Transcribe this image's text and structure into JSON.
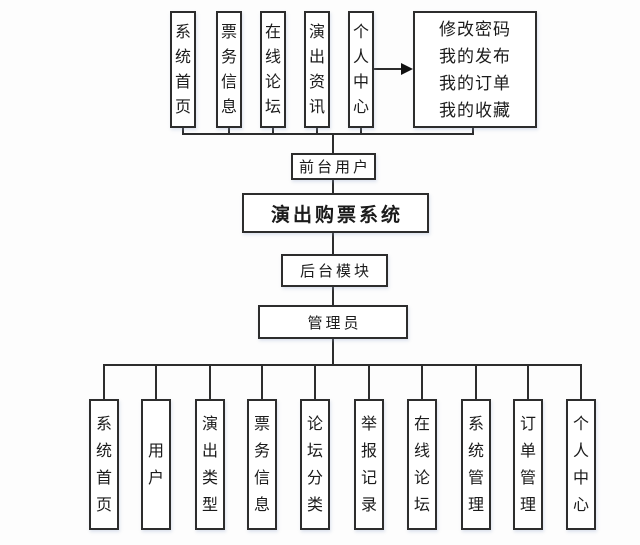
{
  "diagram": {
    "background": "#fdfdfd",
    "line_color": "#2d2d2d",
    "text_color": "#1b1b1b",
    "front_modules": [
      "系统首页",
      "票务信息",
      "在线论坛",
      "演出资讯",
      "个人中心"
    ],
    "personal_center_details": [
      "修改密码",
      "我的发布",
      "我的订单",
      "我的收藏"
    ],
    "front_user_label": "前台用户",
    "system_title": "演出购票系统",
    "backend_label": "后台模块",
    "admin_label": "管理员",
    "admin_modules": [
      "系统首页",
      "用户",
      "演出类型",
      "票务信息",
      "论坛分类",
      "举报记录",
      "在线论坛",
      "系统管理",
      "订单管理",
      "个人中心"
    ]
  }
}
